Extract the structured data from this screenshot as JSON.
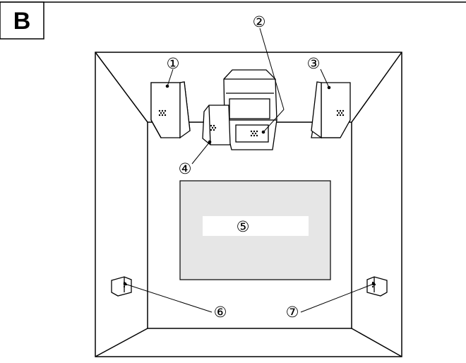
{
  "section": {
    "label": "B"
  },
  "callouts": {
    "c1": "①",
    "c2": "②",
    "c3": "③",
    "c4": "④",
    "c5": "⑤",
    "c6": "⑥",
    "c7": "⑦"
  },
  "colors": {
    "line": "#000000",
    "background": "#ffffff",
    "carpet": "#e6e6e6"
  }
}
